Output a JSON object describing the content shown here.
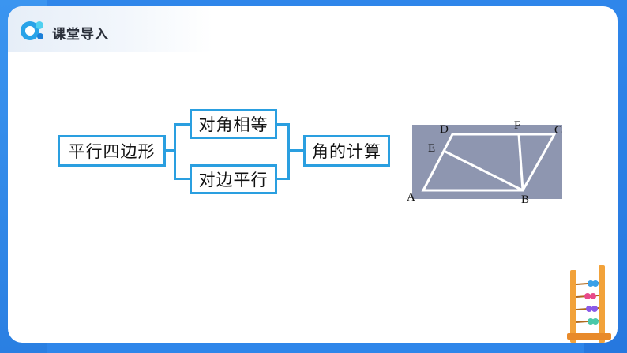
{
  "header": {
    "title": "课堂导入"
  },
  "concept_map": {
    "root": "平行四边形",
    "properties": [
      "对角相等",
      "对边平行"
    ],
    "result": "角的计算"
  },
  "figure": {
    "points": {
      "A": "A",
      "B": "B",
      "C": "C",
      "D": "D",
      "E": "E",
      "F": "F"
    }
  },
  "colors": {
    "accent": "#2a9fe0",
    "figure_fill": "#8e96b0",
    "background": "#2f86ea"
  }
}
